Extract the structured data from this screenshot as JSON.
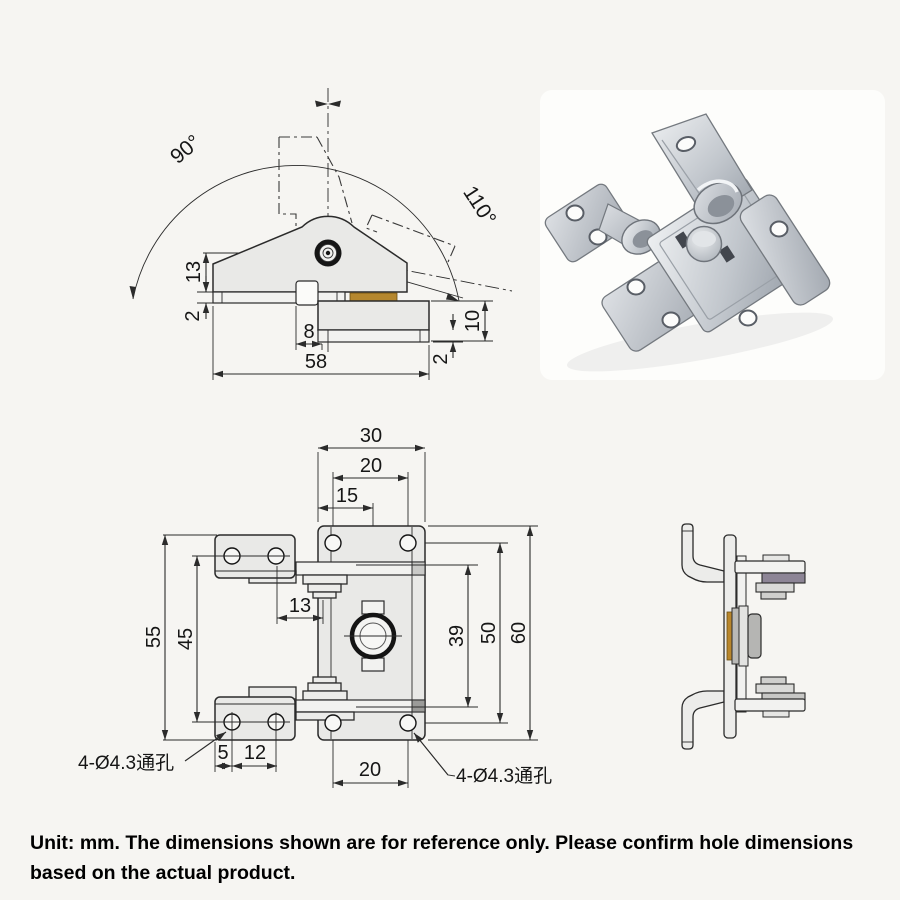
{
  "background": "#f6f5f2",
  "colors": {
    "line": "#2b2b2b",
    "drawing_fill": "#e9e9e7",
    "bushing_amber": "#b5872e",
    "bushing_purple": "#8d8596",
    "metal_silver": "#c3c8ce",
    "photo_backdrop": "#fdfdfb"
  },
  "side_view": {
    "angle_open_90": "90°",
    "angle_open_110": "110°",
    "dim_pivot_height": "13",
    "dim_left_plate_thickness": "2",
    "dim_lid_offset": "8",
    "dim_overall_width": "58",
    "dim_base_height": "10",
    "dim_base_plate_thickness": "2"
  },
  "front_view": {
    "dim_plate_width": "30",
    "dim_hole_pitch_top": "20",
    "dim_edge_to_axis": "15",
    "dim_bracket_outer_height": "55",
    "dim_bracket_hole_pitch_v": "45",
    "dim_hole_to_knuckle_axis": "13",
    "dim_knuckle_span": "39",
    "dim_hole_pitch_v": "50",
    "dim_overall_height": "60",
    "dim_edge_to_hole": "5",
    "dim_bracket_hole_pitch_h": "12",
    "dim_hole_pitch_bottom": "20",
    "hole_callout_left": "4-Ø4.3通孔",
    "hole_callout_right": "4-Ø4.3通孔"
  },
  "note": {
    "text": "Unit: mm. The dimensions shown are for reference only. Please confirm hole dimensions based on the actual product."
  }
}
